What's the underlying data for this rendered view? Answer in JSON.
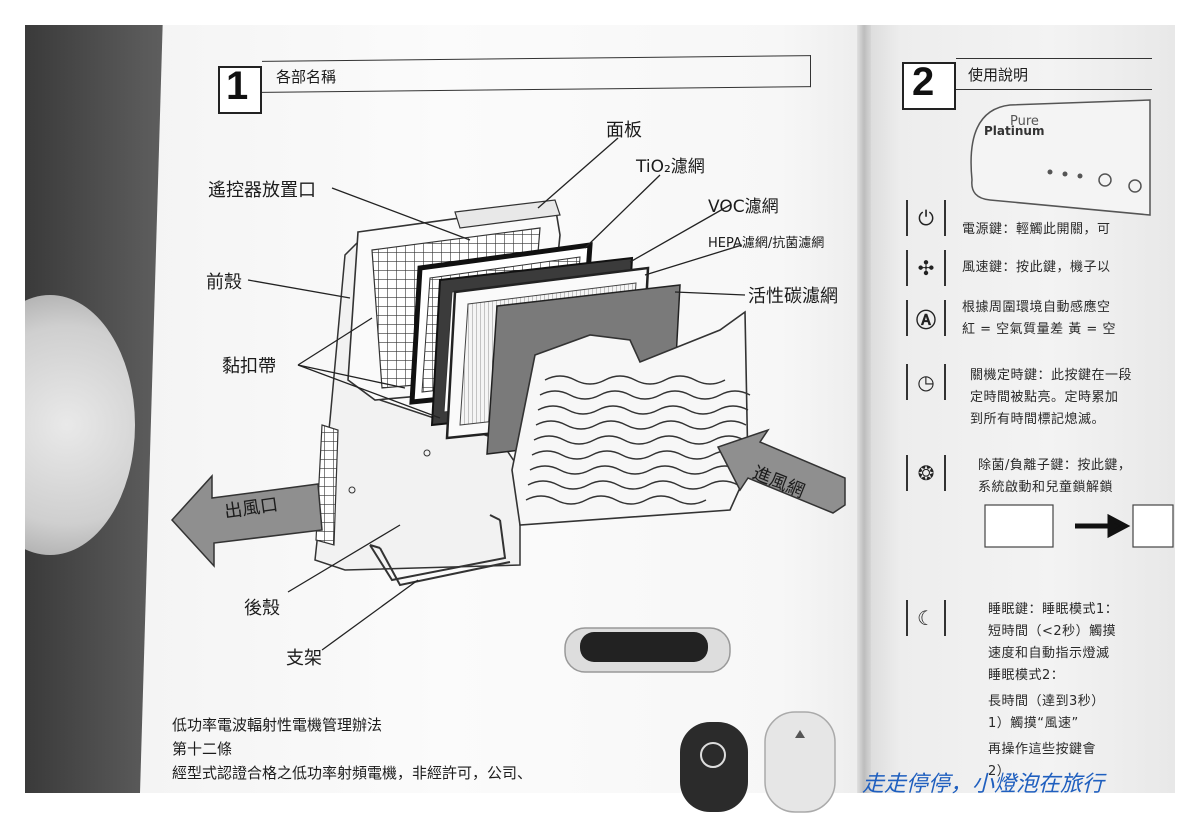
{
  "page_left": {
    "section_number": "1",
    "section_title": "各部名稱",
    "labels": {
      "panel": "面板",
      "tio2": "TiO₂濾網",
      "voc": "VOC濾網",
      "hepa": "HEPA濾網/抗菌濾網",
      "carbon": "活性碳濾網",
      "remote_slot": "遙控器放置口",
      "front_shell": "前殼",
      "velcro": "黏扣帶",
      "outlet": "出風口",
      "inlet": "進風網",
      "back_shell": "後殼",
      "stand": "支架"
    },
    "regulation": {
      "line1": "低功率電波輻射性電機管理辦法",
      "line2": "第十二條",
      "line3": "經型式認證合格之低功率射頻電機，非經許可，公司、"
    }
  },
  "page_right": {
    "section_number": "2",
    "section_title": "使用說明",
    "brand_small": "Pure",
    "brand_large": "Platinum",
    "items": [
      {
        "icon": "power-icon",
        "text": "電源鍵：輕觸此開關，可"
      },
      {
        "icon": "fan-icon",
        "text": "風速鍵：按此鍵，機子以"
      },
      {
        "icon": "auto-icon",
        "text": "根據周圍環境自動感應空",
        "text2": "紅 = 空氣質量差  黃 = 空"
      },
      {
        "icon": "timer-icon",
        "text": "關機定時鍵：此按鍵在一段",
        "text2": "定時間被點亮。定時累加",
        "text3": "到所有時間標記熄滅。"
      },
      {
        "icon": "ion-icon",
        "text": "除菌/負離子鍵：按此鍵，",
        "text2": "系統啟動和兒童鎖解鎖"
      },
      {
        "icon": "sleep-icon",
        "text": "睡眠鍵：睡眠模式1：",
        "text2": "短時間（<2秒）觸摸",
        "text3": "速度和自動指示燈滅",
        "text4": "睡眠模式2：",
        "text5": "長時間（達到3秒）",
        "text6": "1）觸摸“風速”",
        "text7": "再操作這些按鍵會",
        "text8": "2）"
      }
    ]
  },
  "watermark": "走走停停，小燈泡在旅行"
}
